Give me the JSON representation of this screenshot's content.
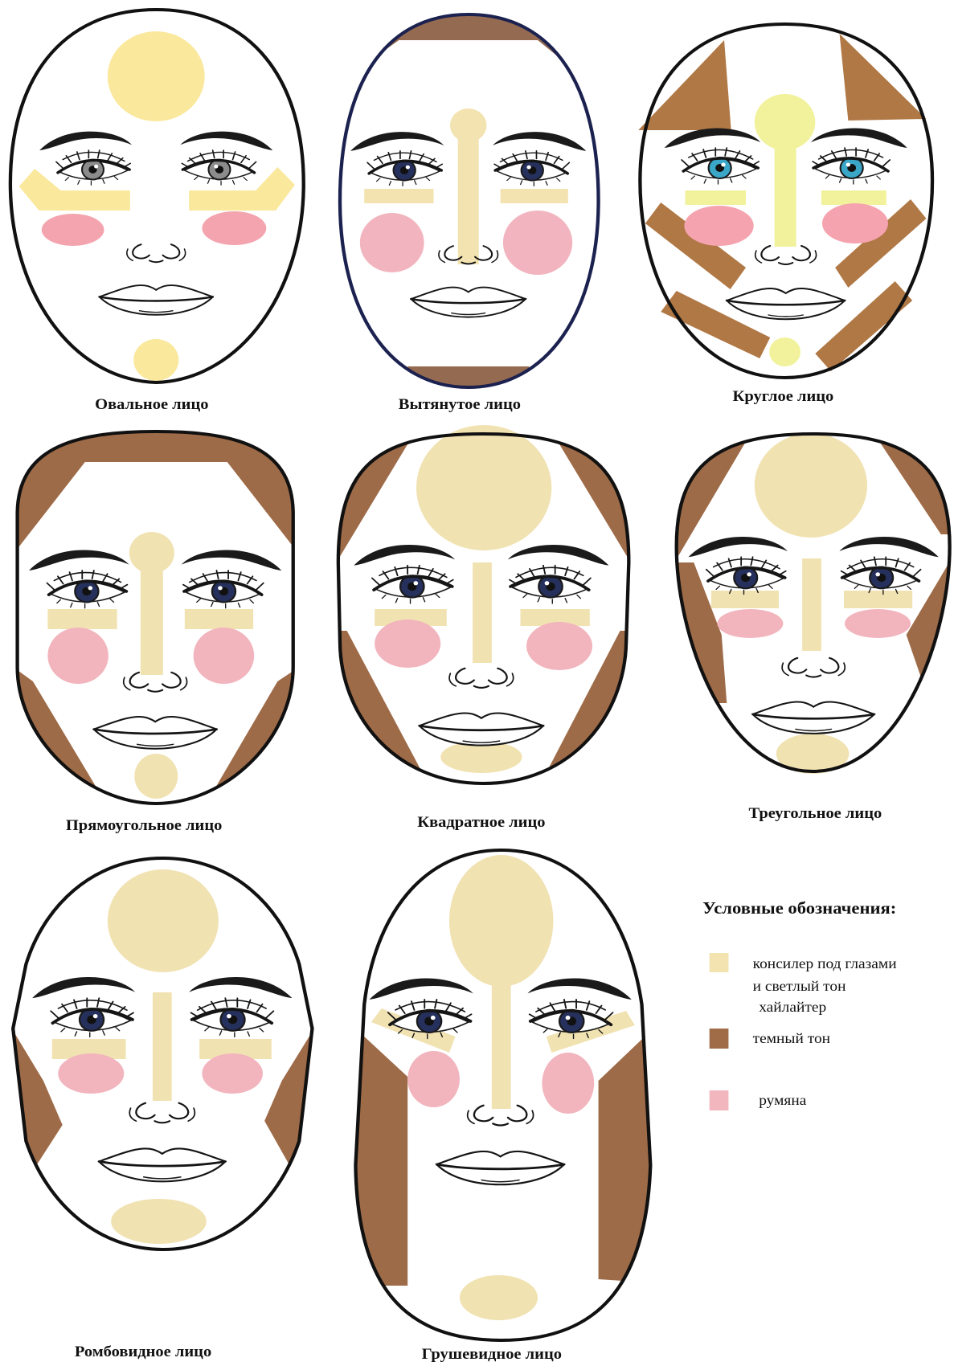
{
  "faces": [
    {
      "caption": "Овальное лицо",
      "iris_color": "#8c8c8c",
      "highlight": "#fae89c",
      "contour": "#a06b46",
      "blush": "#f4a4ae"
    },
    {
      "caption": "Вытянутое лицо",
      "iris_color": "#25305c",
      "highlight": "#f2e3b0",
      "contour": "#946a50",
      "blush": "#f2b5bf"
    },
    {
      "caption": "Круглое лицо",
      "iris_color": "#3aa6c8",
      "highlight": "#f2f29c",
      "contour": "#b07845",
      "blush": "#f5a3af"
    },
    {
      "caption": "Прямоугольное лицо",
      "iris_color": "#25305c",
      "highlight": "#f1e2b2",
      "contour": "#9e6b48",
      "blush": "#f2b4bd"
    },
    {
      "caption": "Квадратное лицо",
      "iris_color": "#25305c",
      "highlight": "#f1e2b2",
      "contour": "#9e6b48",
      "blush": "#f2b4bd"
    },
    {
      "caption": "Треугольное лицо",
      "iris_color": "#25305c",
      "highlight": "#f1e2b2",
      "contour": "#9e6b48",
      "blush": "#f2b4bd"
    },
    {
      "caption": "Ромбовидное лицо",
      "iris_color": "#25305c",
      "highlight": "#f1e2b2",
      "contour": "#9e6b48",
      "blush": "#f2b4bd"
    },
    {
      "caption": "Грушевидное лицо",
      "iris_color": "#25305c",
      "highlight": "#f1e2b2",
      "contour": "#9e6b48",
      "blush": "#f2b4bd"
    }
  ],
  "legend": {
    "title": "Условные обозначения:",
    "items": [
      {
        "lines": [
          "консилер  под глазами",
          "и светлый тон",
          "хайлайтер"
        ],
        "color": "#f2e3b0"
      },
      {
        "lines": [
          "темный тон"
        ],
        "color": "#a06c48"
      },
      {
        "lines": [
          "румяна"
        ],
        "color": "#f2b6bf"
      }
    ]
  },
  "colors": {
    "outline": "#111111",
    "background": "#ffffff"
  }
}
